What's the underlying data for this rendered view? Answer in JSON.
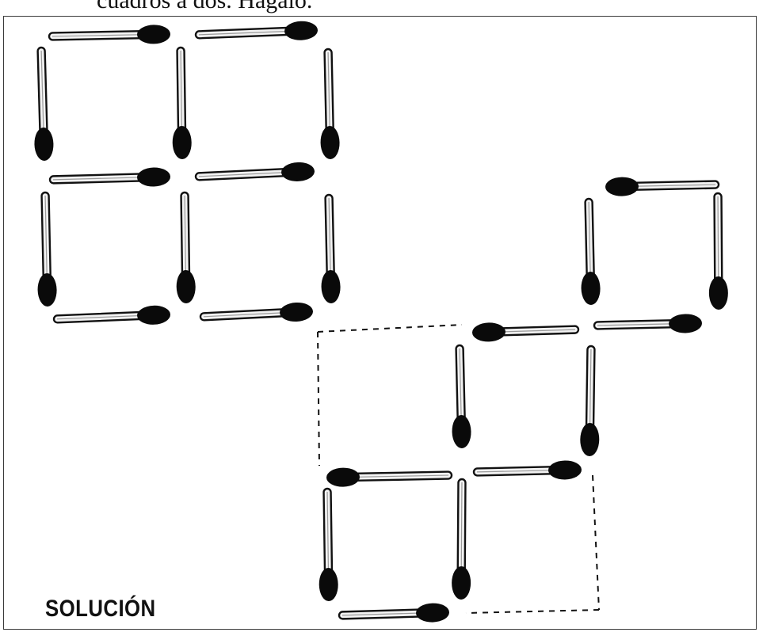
{
  "header": {
    "text": "cuadros a dos. Hágalo."
  },
  "figure": {
    "label": "SOLUCIÓN",
    "icon": "matchstick-icon",
    "match_count": 24,
    "colors": {
      "ink": "#111111",
      "stick_fill": "#f2f2f2",
      "head": "#0a0a0a"
    }
  }
}
